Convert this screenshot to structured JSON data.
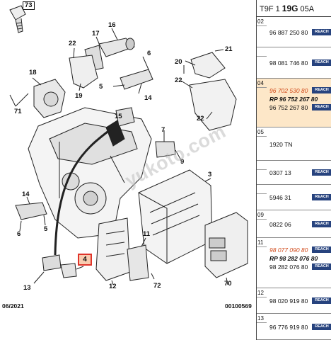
{
  "diagram": {
    "callouts": [
      "73",
      "16",
      "17",
      "22",
      "6",
      "18",
      "20",
      "21",
      "19",
      "5",
      "14",
      "22",
      "71",
      "22",
      "7",
      "9",
      "15",
      "3",
      "14",
      "6",
      "5",
      "11",
      "4",
      "70",
      "13",
      "12",
      "72"
    ],
    "highlighted_callout": "4",
    "footer_date": "06/2021",
    "footer_code": "00100569",
    "watermark": "yukoto.com"
  },
  "panel": {
    "header_prefix": "T9F 1 ",
    "header_bold": "19G",
    "header_suffix": " 05A",
    "reach_label": "REACH",
    "accent_highlight": "#fde7c8",
    "accent_reach": "#27437e",
    "groups": [
      {
        "index": "02",
        "lines": [
          {
            "text": "96 887 250 80",
            "italic": false,
            "reach": true
          }
        ]
      },
      {
        "index": "",
        "lines": [
          {
            "text": "98 081 746 80",
            "italic": false,
            "reach": true
          }
        ]
      },
      {
        "index": "04",
        "lines": [
          {
            "text": "96 702 530 80",
            "italic": true,
            "reach": true
          },
          {
            "text": "RP 96 752 267 80",
            "italic": true,
            "reach": false
          },
          {
            "text": "96 752 267 80",
            "italic": false,
            "reach": true
          }
        ]
      },
      {
        "index": "05",
        "lines": [
          {
            "text": "1920 TN",
            "italic": false,
            "reach": false
          }
        ]
      },
      {
        "index": "",
        "lines": [
          {
            "text": "0307 13",
            "italic": false,
            "reach": true
          }
        ]
      },
      {
        "index": "",
        "lines": [
          {
            "text": "5946 31",
            "italic": false,
            "reach": true
          }
        ]
      },
      {
        "index": "09",
        "lines": [
          {
            "text": "0822 06",
            "italic": false,
            "reach": true
          }
        ]
      },
      {
        "index": "11",
        "lines": [
          {
            "text": "98 077 090 80",
            "italic": true,
            "reach": true
          },
          {
            "text": "RP 98 282 076 80",
            "italic": true,
            "reach": false
          },
          {
            "text": "98 282 076 80",
            "italic": false,
            "reach": true
          }
        ]
      },
      {
        "index": "12",
        "lines": [
          {
            "text": "98 020 919 80",
            "italic": false,
            "reach": true
          }
        ]
      },
      {
        "index": "13",
        "lines": [
          {
            "text": "96 776 919 80",
            "italic": false,
            "reach": true
          }
        ]
      }
    ]
  }
}
